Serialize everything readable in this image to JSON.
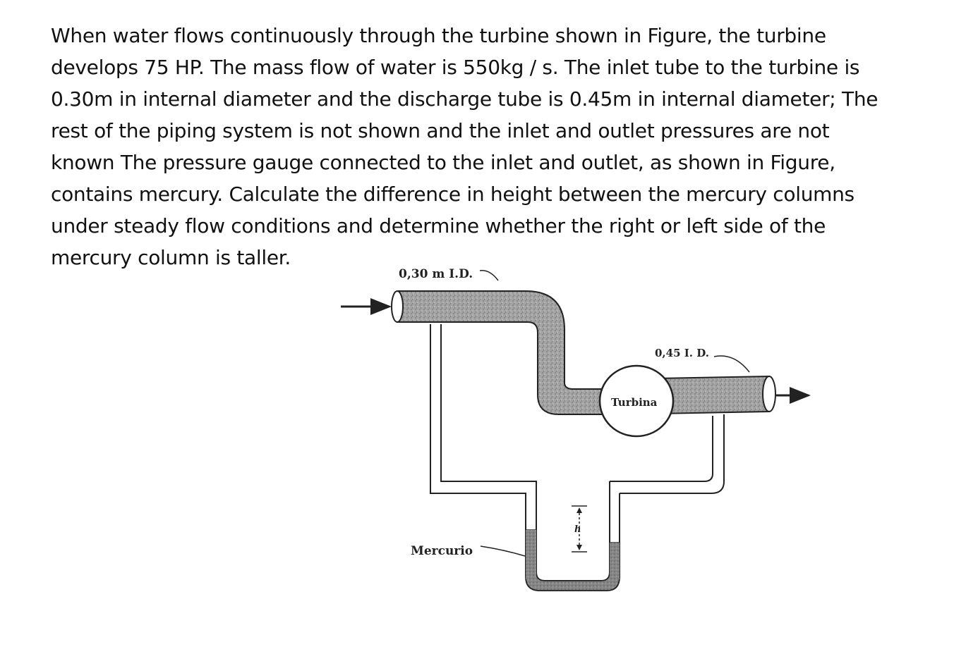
{
  "problem": {
    "lines": [
      "When water flows continuously through the turbine shown in Figure, the turbine",
      "develops 75 HP. The mass flow of water is 550kg / s. The inlet tube to the turbine is",
      "0.30m in internal diameter and the discharge tube is 0.45m in internal diameter; The",
      "rest of the piping system is not shown and the inlet and outlet pressures are not",
      "known The pressure gauge connected to the inlet and outlet, as shown in Figure,",
      "contains mercury. Calculate the difference in height between the mercury columns",
      "under steady flow conditions and determine whether the right or left side of the",
      "mercury column is taller."
    ]
  },
  "figure": {
    "inlet_label": "0,30 m I.D.",
    "outlet_label": "0,45 I. D.",
    "turbine_label": "Turbina",
    "mercury_label": "Mercurio",
    "height_label": "h",
    "colors": {
      "pipe_fill": "#9a9a9a",
      "mercury_fill": "#7d7d7d",
      "line": "#222222"
    }
  }
}
